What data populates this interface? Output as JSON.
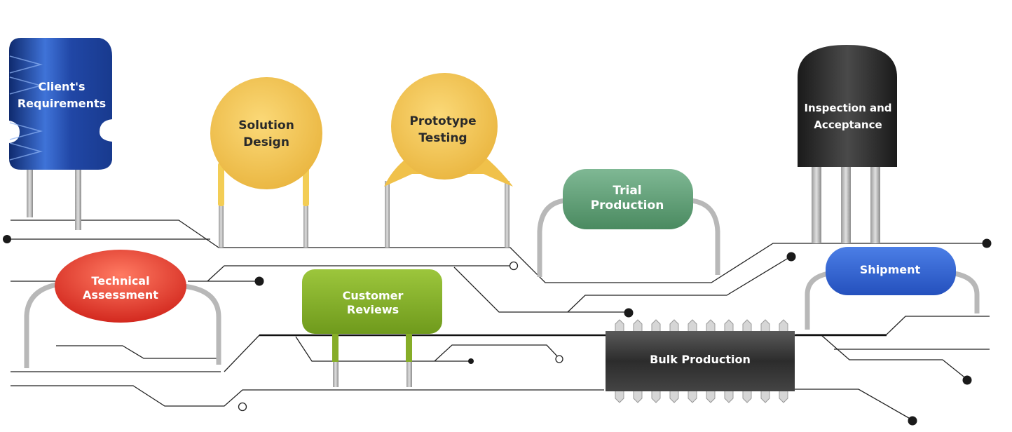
{
  "steps": {
    "client_requirements": {
      "line1": "Client's",
      "line2": "Requirements"
    },
    "solution_design": {
      "line1": "Solution",
      "line2": "Design"
    },
    "prototype_testing": {
      "line1": "Prototype",
      "line2": "Testing"
    },
    "trial_production": {
      "line1": "Trial",
      "line2": "Production"
    },
    "inspection_acceptance": {
      "line1": "Inspection and",
      "line2": "Acceptance"
    },
    "technical_assessment": {
      "line1": "Technical",
      "line2": "Assessment"
    },
    "customer_reviews": {
      "line1": "Customer",
      "line2": "Reviews"
    },
    "shipment": {
      "label": "Shipment"
    },
    "bulk_production": {
      "label": "Bulk Production"
    }
  },
  "colors": {
    "inductor": "#2b4fb0",
    "ceramic_capacitor": "#f2c24e",
    "trial_resistor": "#5a9870",
    "transistor": "#2a2a2a",
    "technical_resistor": "#e23a2e",
    "customer_capacitor": "#86ad28",
    "shipment_resistor": "#3463cf",
    "chip": "#3a3a3a",
    "trace": "#222222"
  }
}
